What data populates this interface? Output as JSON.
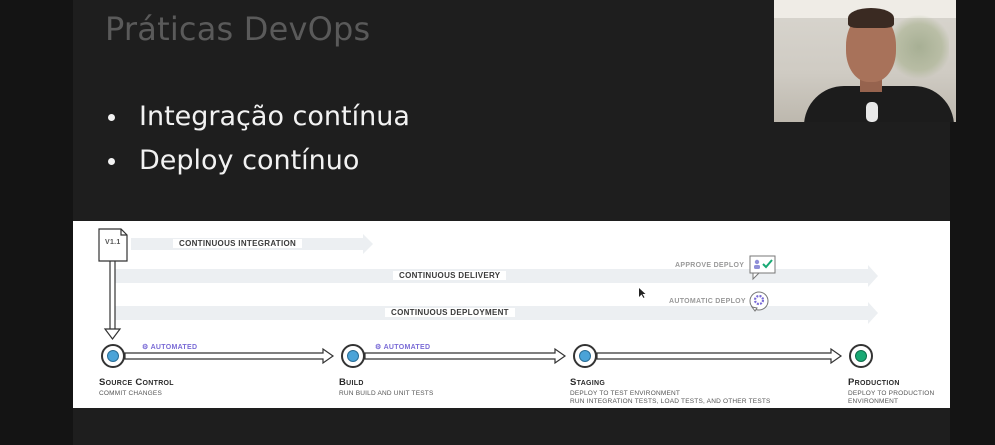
{
  "slide": {
    "title": "Práticas DevOps",
    "bullets": [
      "Integração contínua",
      "Deploy contínuo"
    ]
  },
  "diagram": {
    "version_tag": "V1.1",
    "bands": {
      "ci": "CONTINUOUS INTEGRATION",
      "cd": "CONTINUOUS DELIVERY",
      "cdep": "CONTINUOUS DEPLOYMENT"
    },
    "approve_deploy": "APPROVE DEPLOY",
    "automatic_deploy": "AUTOMATIC DEPLOY",
    "automated_label": "AUTOMATED",
    "stages": [
      {
        "title": "Source Control",
        "sub": [
          "COMMIT CHANGES"
        ]
      },
      {
        "title": "Build",
        "sub": [
          "RUN BUILD AND UNIT TESTS"
        ]
      },
      {
        "title": "Staging",
        "sub": [
          "DEPLOY TO TEST ENVIRONMENT",
          "RUN INTEGRATION TESTS, LOAD TESTS, AND OTHER TESTS"
        ]
      },
      {
        "title": "Production",
        "sub": [
          "DEPLOY TO PRODUCTION",
          "ENVIRONMENT"
        ]
      }
    ],
    "colors": {
      "automated": "#7a6bd6",
      "stage_node": "#4aa3d8",
      "production_node": "#19a974"
    }
  },
  "webcam": {
    "icon": "presenter-webcam-feed"
  }
}
